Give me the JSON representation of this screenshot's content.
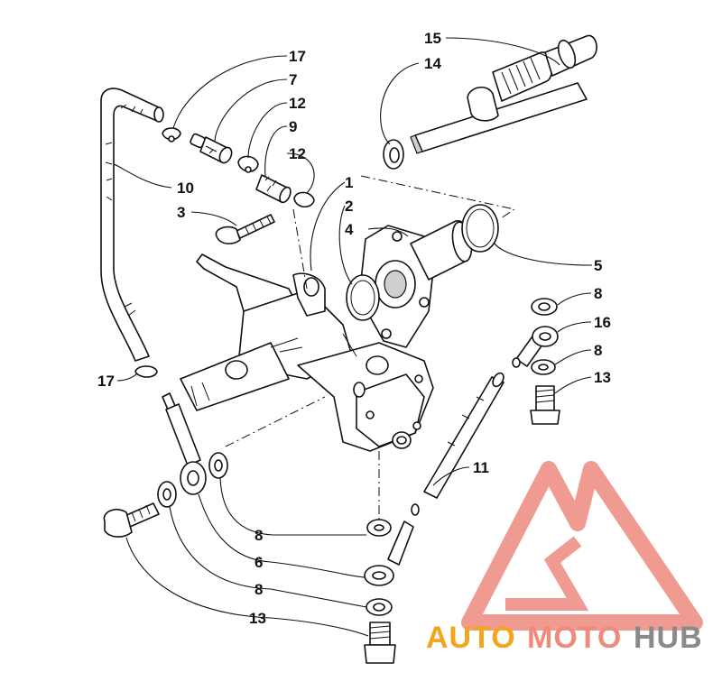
{
  "labels": {
    "l17a": "17",
    "l7": "7",
    "l12a": "12",
    "l9": "9",
    "l12b": "12",
    "l10": "10",
    "l3": "3",
    "l15": "15",
    "l14": "14",
    "l1": "1",
    "l2": "2",
    "l4": "4",
    "l5": "5",
    "l8a": "8",
    "l16": "16",
    "l8b": "8",
    "l13a": "13",
    "l17b": "17",
    "l11": "11",
    "l8c": "8",
    "l6": "6",
    "l8d": "8",
    "l13b": "13"
  },
  "watermark": {
    "auto": "AUTO",
    "moto": "MOTO",
    "hub": "HUB"
  },
  "colors": {
    "line": "#111111",
    "logo_red": "#e8483c",
    "auto_orange": "#f2a51e",
    "hub_gray": "#8a8a8a"
  }
}
